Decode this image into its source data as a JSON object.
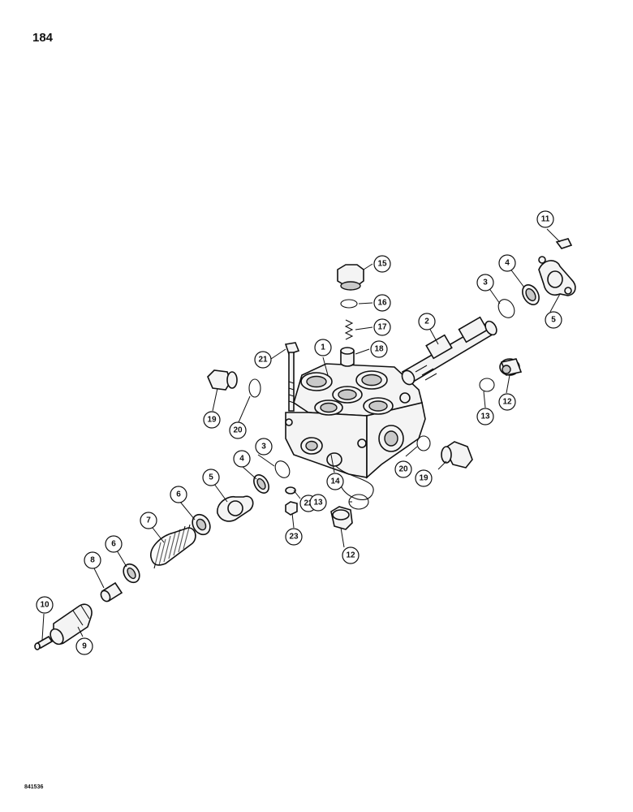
{
  "page_number": "184",
  "figure_code": "841536",
  "callouts": [
    {
      "label": "1"
    },
    {
      "label": "2"
    },
    {
      "label": "3"
    },
    {
      "label": "4"
    },
    {
      "label": "5"
    },
    {
      "label": "11"
    },
    {
      "label": "15"
    },
    {
      "label": "16"
    },
    {
      "label": "17"
    },
    {
      "label": "18"
    },
    {
      "label": "21"
    },
    {
      "label": "19"
    },
    {
      "label": "20"
    },
    {
      "label": "13"
    },
    {
      "label": "12"
    },
    {
      "label": "3"
    },
    {
      "label": "4"
    },
    {
      "label": "5"
    },
    {
      "label": "6"
    },
    {
      "label": "7"
    },
    {
      "label": "6"
    },
    {
      "label": "8"
    },
    {
      "label": "10"
    },
    {
      "label": "9"
    },
    {
      "label": "14"
    },
    {
      "label": "22"
    },
    {
      "label": "23"
    },
    {
      "label": "13"
    },
    {
      "label": "12"
    },
    {
      "label": "20"
    },
    {
      "label": "19"
    }
  ]
}
